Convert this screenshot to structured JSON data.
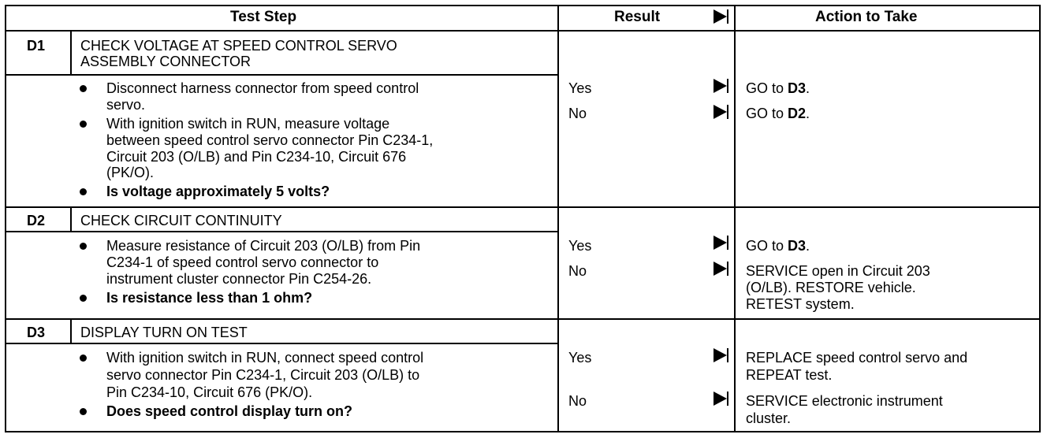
{
  "header": {
    "test_step": "Test Step",
    "result": "Result",
    "action": "Action to Take"
  },
  "steps": [
    {
      "id": "D1",
      "title_line1": "CHECK VOLTAGE AT SPEED CONTROL SERVO",
      "title_line2": "ASSEMBLY CONNECTOR",
      "bullets": [
        [
          "Disconnect harness connector from speed control",
          "servo."
        ],
        [
          "With ignition switch in RUN, measure voltage",
          "between speed control servo connector Pin C234-1,",
          "Circuit 203 (O/LB) and Pin C234-10, Circuit 676",
          "(PK/O)."
        ],
        [
          "Is voltage approximately 5 volts?"
        ]
      ],
      "results": [
        {
          "label": "Yes",
          "action": [
            "GO to ",
            "D3",
            "."
          ]
        },
        {
          "label": "No",
          "action": [
            "GO to ",
            "D2",
            "."
          ]
        }
      ]
    },
    {
      "id": "D2",
      "title_line1": "CHECK CIRCUIT CONTINUITY",
      "bullets": [
        [
          "Measure resistance of Circuit 203 (O/LB) from Pin",
          "C234-1 of speed control servo connector to",
          "instrument cluster connector Pin C254-26."
        ],
        [
          "Is resistance less than 1 ohm?"
        ]
      ],
      "results": [
        {
          "label": "Yes",
          "action": [
            "GO to  ",
            "D3",
            "."
          ]
        },
        {
          "label": "No",
          "action_lines": [
            "SERVICE open in Circuit 203",
            "(O/LB). RESTORE vehicle.",
            "RETEST system."
          ]
        }
      ]
    },
    {
      "id": "D3",
      "title_line1": "DISPLAY TURN ON TEST",
      "bullets": [
        [
          "With ignition switch in RUN, connect speed control",
          "servo connector Pin C234-1, Circuit 203 (O/LB) to",
          "Pin C234-10, Circuit 676 (PK/O)."
        ],
        [
          "Does speed control display turn on?"
        ]
      ],
      "results": [
        {
          "label": "Yes",
          "action_lines": [
            "REPLACE speed control servo and",
            "REPEAT test."
          ]
        },
        {
          "label": "No",
          "action_lines": [
            "SERVICE electronic instrument",
            "cluster."
          ]
        }
      ]
    }
  ]
}
